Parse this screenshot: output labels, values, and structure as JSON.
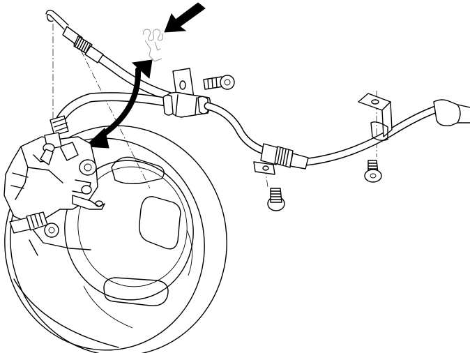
{
  "figure": {
    "colors": {
      "line": "#000000",
      "background": "#ffffff",
      "spring": "#9a9a9a"
    },
    "parts": [
      "brake-disc",
      "brake-caliper",
      "bleed-nipple",
      "brake-hose",
      "hose-retaining-spring",
      "brake-pipe",
      "pipe-bracket",
      "bracket-bolt"
    ],
    "icons": [
      "curved-double-arrow-icon",
      "pointer-arrow-icon"
    ]
  }
}
